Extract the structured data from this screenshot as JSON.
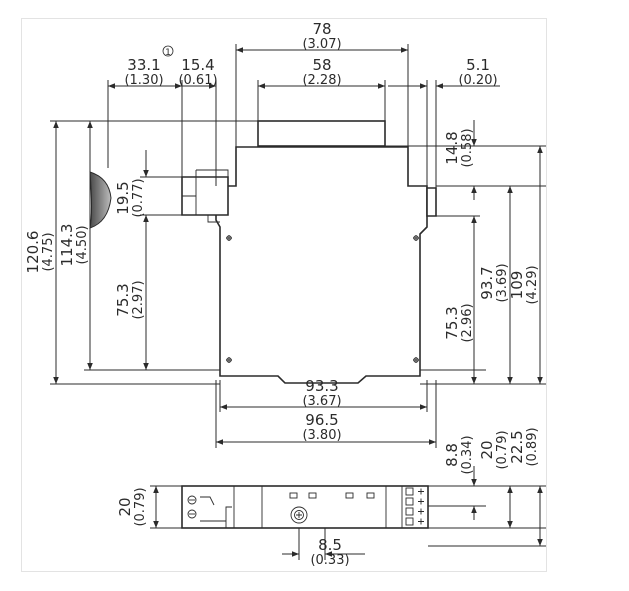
{
  "dimensions": {
    "width_78": {
      "value": "78",
      "inch": "(3.07)"
    },
    "width_58": {
      "value": "58",
      "inch": "(2.28)"
    },
    "dim_33_1": {
      "value": "33.1",
      "inch": "(1.30)",
      "note": "1"
    },
    "dim_15_4": {
      "value": "15.4",
      "inch": "(0.61)"
    },
    "dim_5_1": {
      "value": "5.1",
      "inch": "(0.20)"
    },
    "dim_14_8": {
      "value": "14.8",
      "inch": "(0.58)"
    },
    "dim_19_5": {
      "value": "19.5",
      "inch": "(0.77)"
    },
    "dim_120_6": {
      "value": "120.6",
      "inch": "(4.75)"
    },
    "dim_114_3": {
      "value": "114.3",
      "inch": "(4.50)"
    },
    "dim_75_3_left": {
      "value": "75.3",
      "inch": "(2.97)"
    },
    "dim_75_3_right": {
      "value": "75.3",
      "inch": "(2.96)"
    },
    "dim_93_7": {
      "value": "93.7",
      "inch": "(3.69)"
    },
    "dim_109": {
      "value": "109",
      "inch": "(4.29)"
    },
    "dim_93_3": {
      "value": "93.3",
      "inch": "(3.67)"
    },
    "dim_96_5": {
      "value": "96.5",
      "inch": "(3.80)"
    },
    "dim_8_8": {
      "value": "8.8",
      "inch": "(0.34)"
    },
    "dim_20_right": {
      "value": "20",
      "inch": "(0.79)"
    },
    "dim_22_5": {
      "value": "22.5",
      "inch": "(0.89)"
    },
    "dim_20_left": {
      "value": "20",
      "inch": "(0.79)"
    },
    "dim_8_5": {
      "value": "8.5",
      "inch": "(0.33)"
    }
  },
  "colors": {
    "line": "#2b2b2b",
    "background": "#ffffff",
    "border": "#e3e3e3",
    "shade": "#6b6b6b"
  }
}
